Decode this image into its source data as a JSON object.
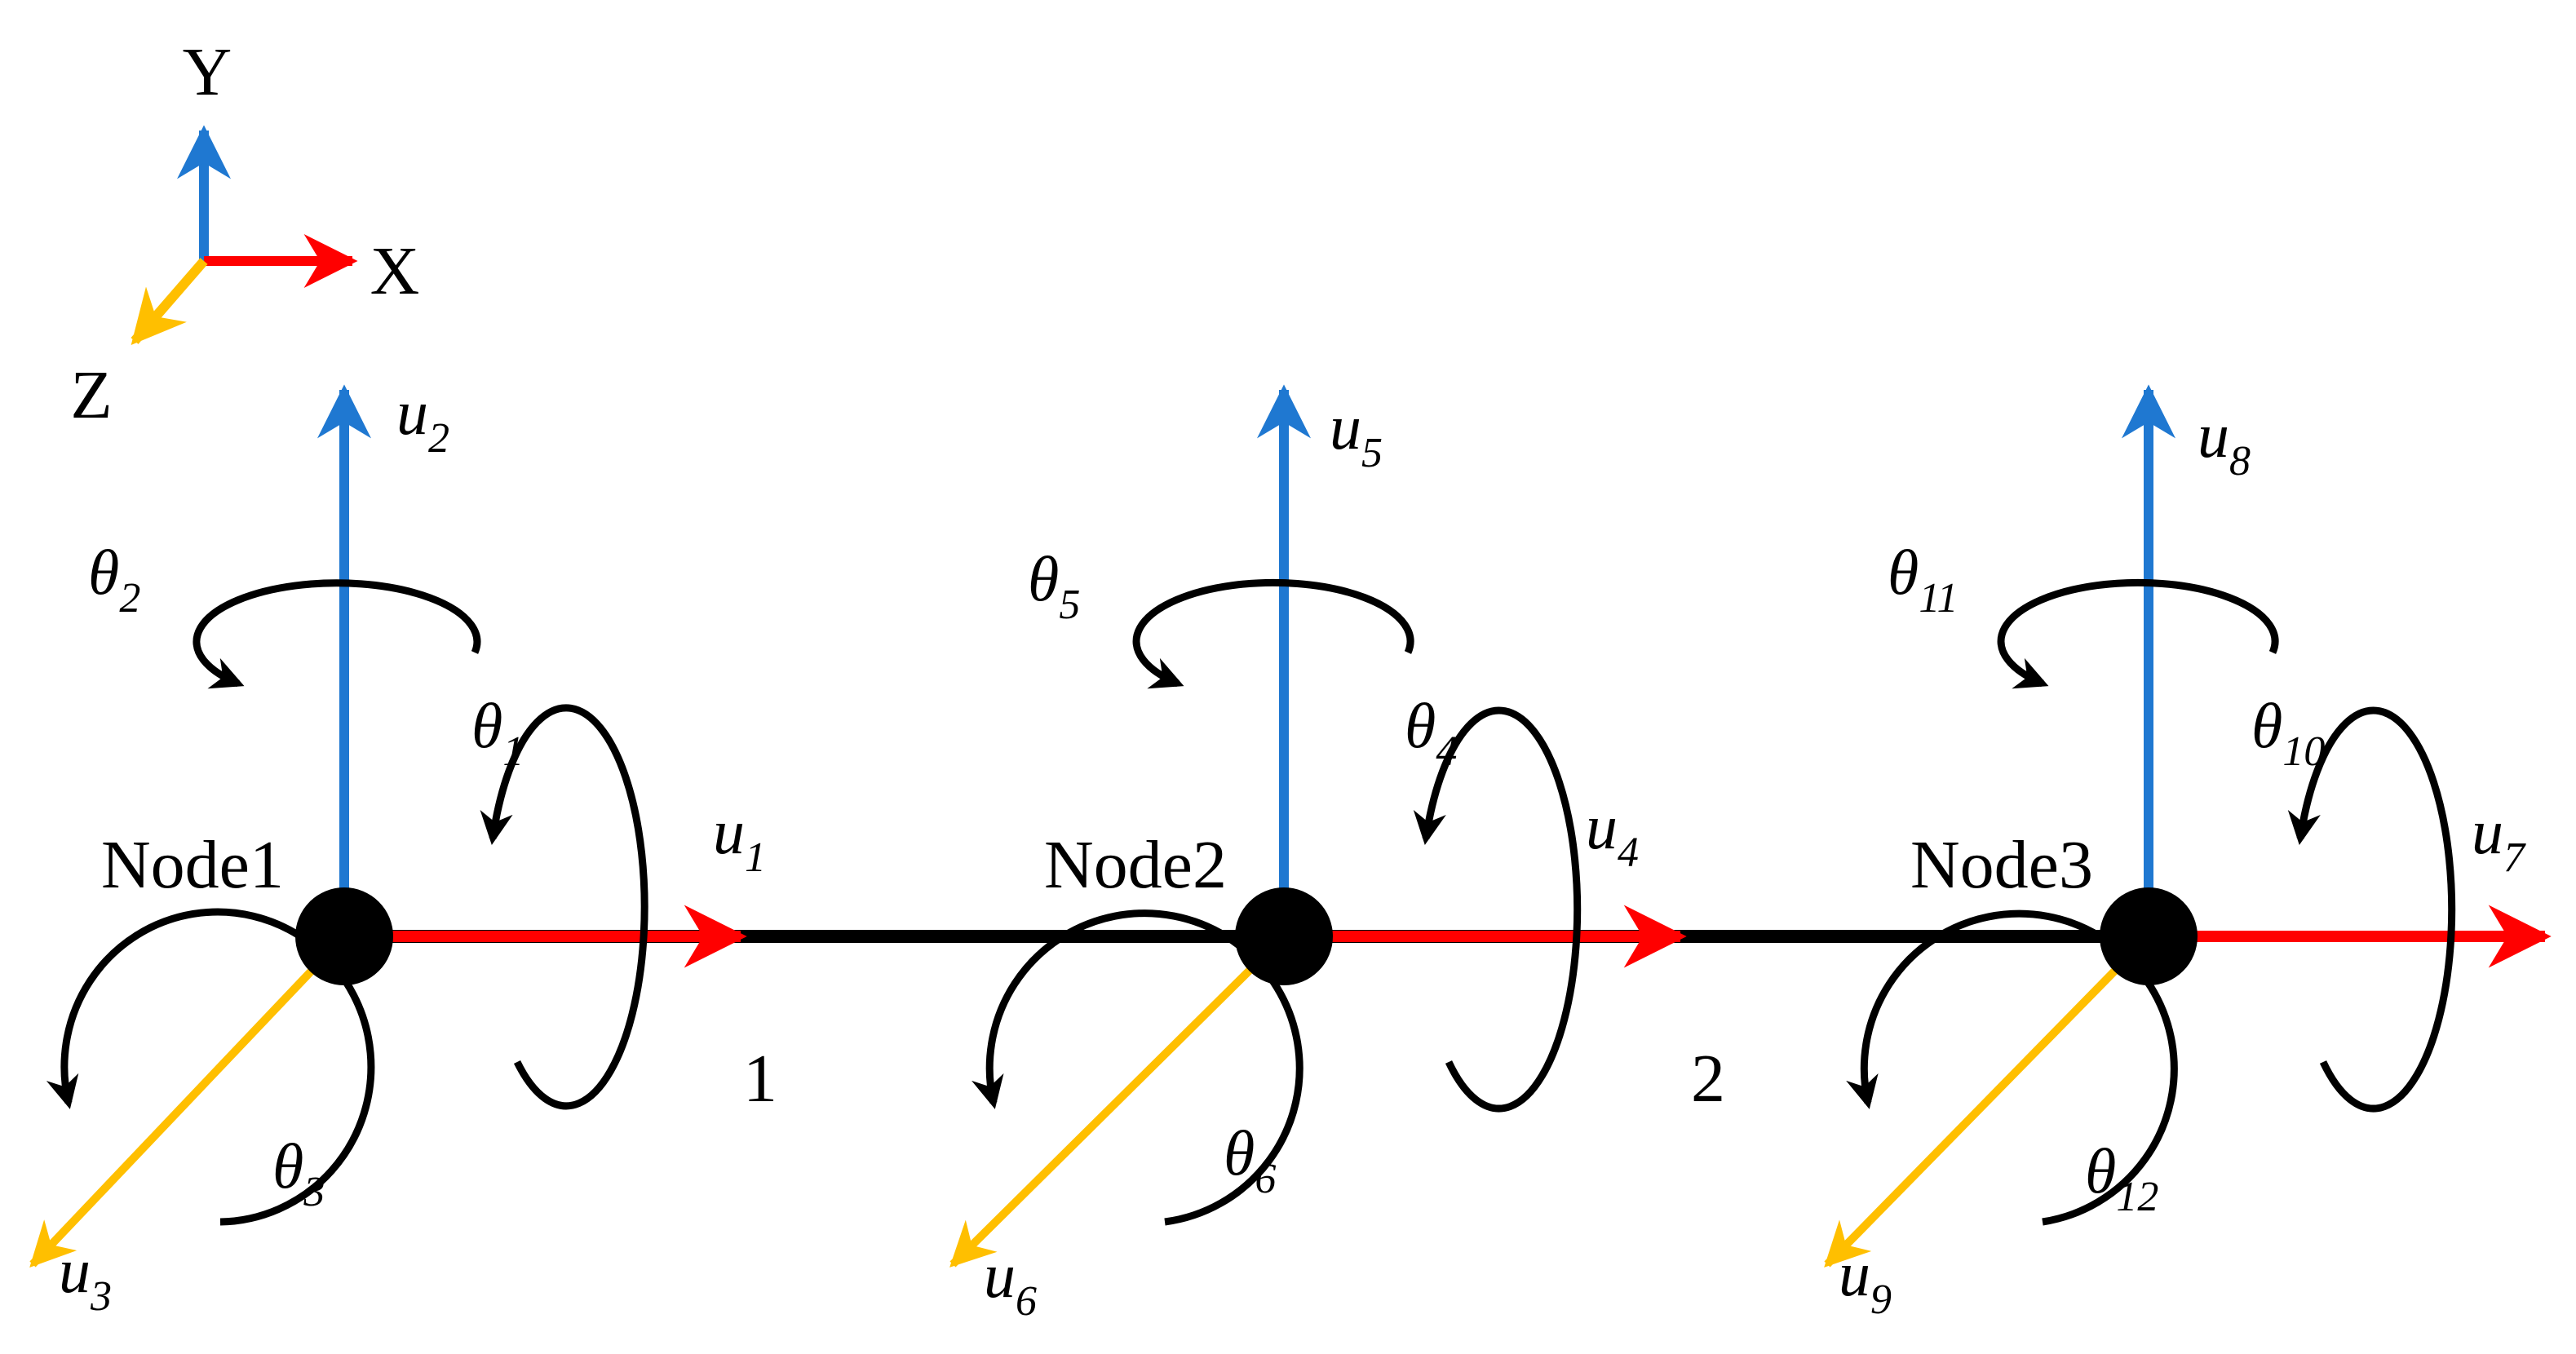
{
  "colors": {
    "x_axis": "#ff0000",
    "y_axis": "#1f78d1",
    "z_axis": "#ffbf00",
    "beam": "#000000",
    "node": "#000000",
    "rotation_arrow": "#000000"
  },
  "icons": {
    "translation": "straight-arrow",
    "rotation": "curved-rotation-arrow"
  },
  "axes": {
    "x": "X",
    "y": "Y",
    "z": "Z"
  },
  "elements": [
    "1",
    "2"
  ],
  "nodes": [
    {
      "name": "Node1",
      "dofs": {
        "ux": {
          "sym": "u",
          "sub": "1"
        },
        "uy": {
          "sym": "u",
          "sub": "2"
        },
        "uz": {
          "sym": "u",
          "sub": "3"
        },
        "rx": {
          "sym": "θ",
          "sub": "1"
        },
        "ry": {
          "sym": "θ",
          "sub": "2"
        },
        "rz": {
          "sym": "θ",
          "sub": "3"
        }
      }
    },
    {
      "name": "Node2",
      "dofs": {
        "ux": {
          "sym": "u",
          "sub": "4"
        },
        "uy": {
          "sym": "u",
          "sub": "5"
        },
        "uz": {
          "sym": "u",
          "sub": "6"
        },
        "rx": {
          "sym": "θ",
          "sub": "4"
        },
        "ry": {
          "sym": "θ",
          "sub": "5"
        },
        "rz": {
          "sym": "θ",
          "sub": "6"
        }
      }
    },
    {
      "name": "Node3",
      "dofs": {
        "ux": {
          "sym": "u",
          "sub": "7"
        },
        "uy": {
          "sym": "u",
          "sub": "8"
        },
        "uz": {
          "sym": "u",
          "sub": "9"
        },
        "rx": {
          "sym": "θ",
          "sub": "10"
        },
        "ry": {
          "sym": "θ",
          "sub": "11"
        },
        "rz": {
          "sym": "θ",
          "sub": "12"
        }
      }
    }
  ]
}
